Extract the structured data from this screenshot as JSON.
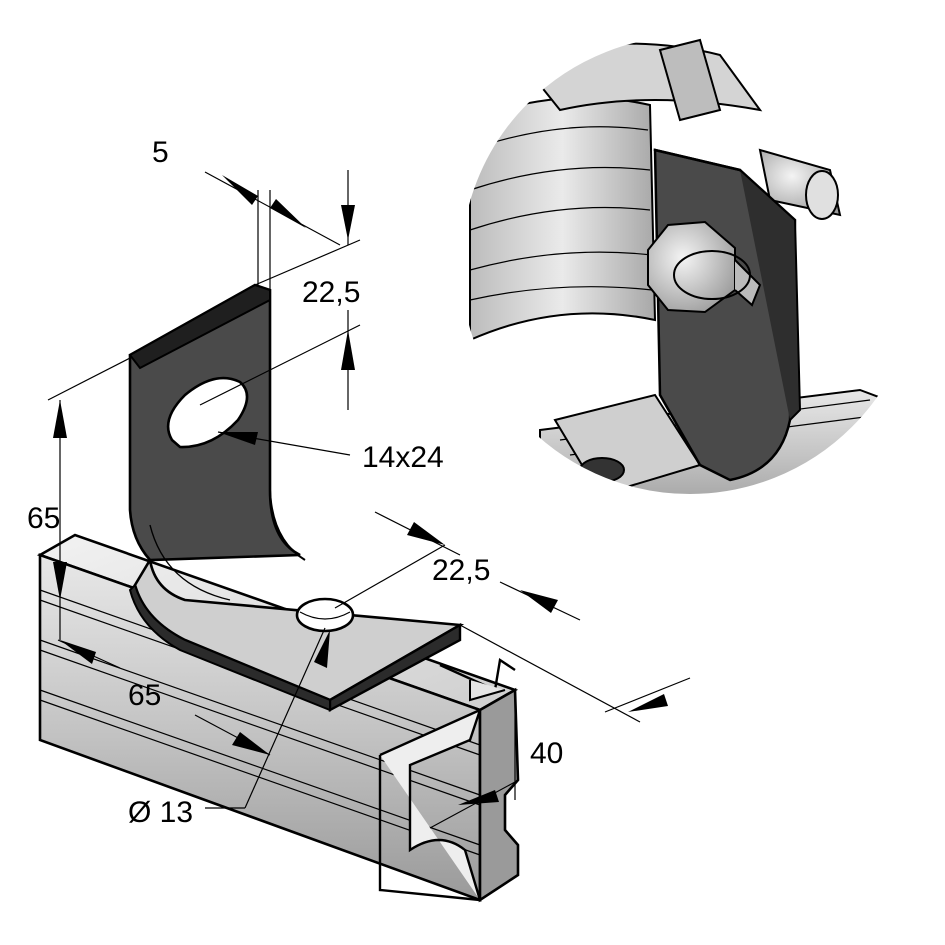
{
  "dimensions": {
    "thickness": "5",
    "slot_offset": "22,5",
    "slot_size": "14x24",
    "height": "65",
    "length": "65",
    "hole_offset": "22,5",
    "width": "40",
    "hole_diameter": "Ø 13"
  },
  "colors": {
    "bracket_face": "#4a4a4a",
    "bracket_foot": "#cfcfcf",
    "rail_light": "#e6e6e6",
    "rail_mid": "#bdbdbd",
    "rail_dark": "#8c8c8c",
    "outline": "#000000"
  }
}
